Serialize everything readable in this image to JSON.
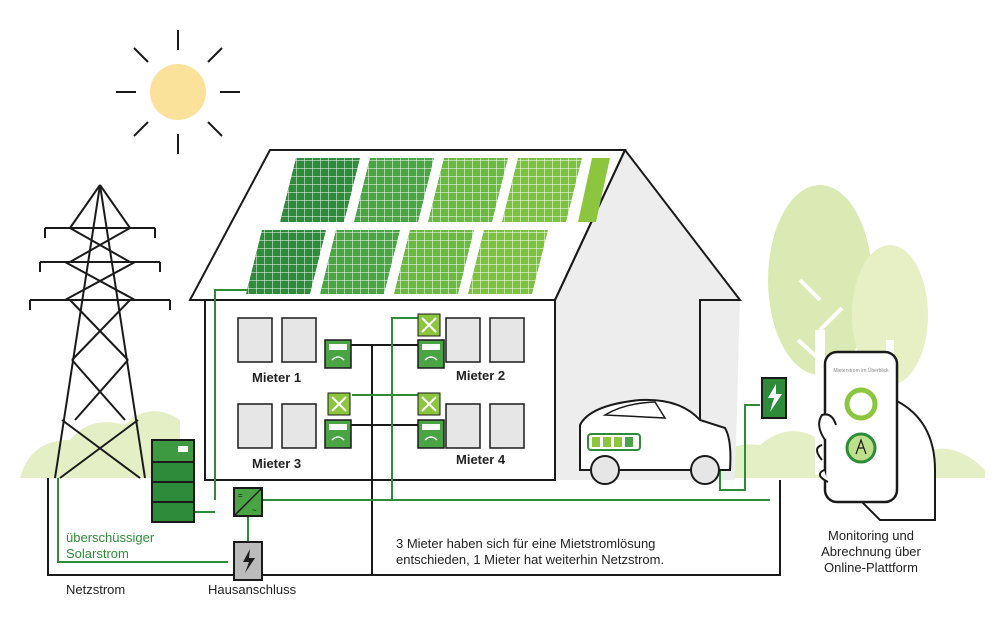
{
  "labels": {
    "tenant1": "Mieter 1",
    "tenant2": "Mieter 2",
    "tenant3": "Mieter 3",
    "tenant4": "Mieter 4",
    "surplus_line1": "überschüssiger",
    "surplus_line2": "Solarstrom",
    "grid": "Netzstrom",
    "house_connection": "Hausanschluss",
    "caption_line1": "3 Mieter haben sich für eine Mietstromlösung",
    "caption_line2": "entschieden, 1 Mieter hat weiterhin Netzstrom.",
    "monitoring_line1": "Monitoring und",
    "monitoring_line2": "Abrechnung über",
    "monitoring_line3": "Online-Plattform",
    "phone_screen_title": "Mieterstrom im Überblick"
  },
  "colors": {
    "line_dark": "#1a1a1a",
    "line_green": "#2e8b3a",
    "panel_dark": "#2e8b3a",
    "panel_light": "#8cc63f",
    "tree": "#dbeab4",
    "bush": "#e4efc6",
    "sun": "#fbe29a"
  },
  "icons": [
    "sun-icon",
    "power-pylon-icon",
    "battery-storage-icon",
    "inverter-icon",
    "meter-icon",
    "smart-hub-icon",
    "house-connection-icon",
    "wallbox-icon",
    "electric-car-icon",
    "smartphone-icon",
    "tree-icon"
  ]
}
